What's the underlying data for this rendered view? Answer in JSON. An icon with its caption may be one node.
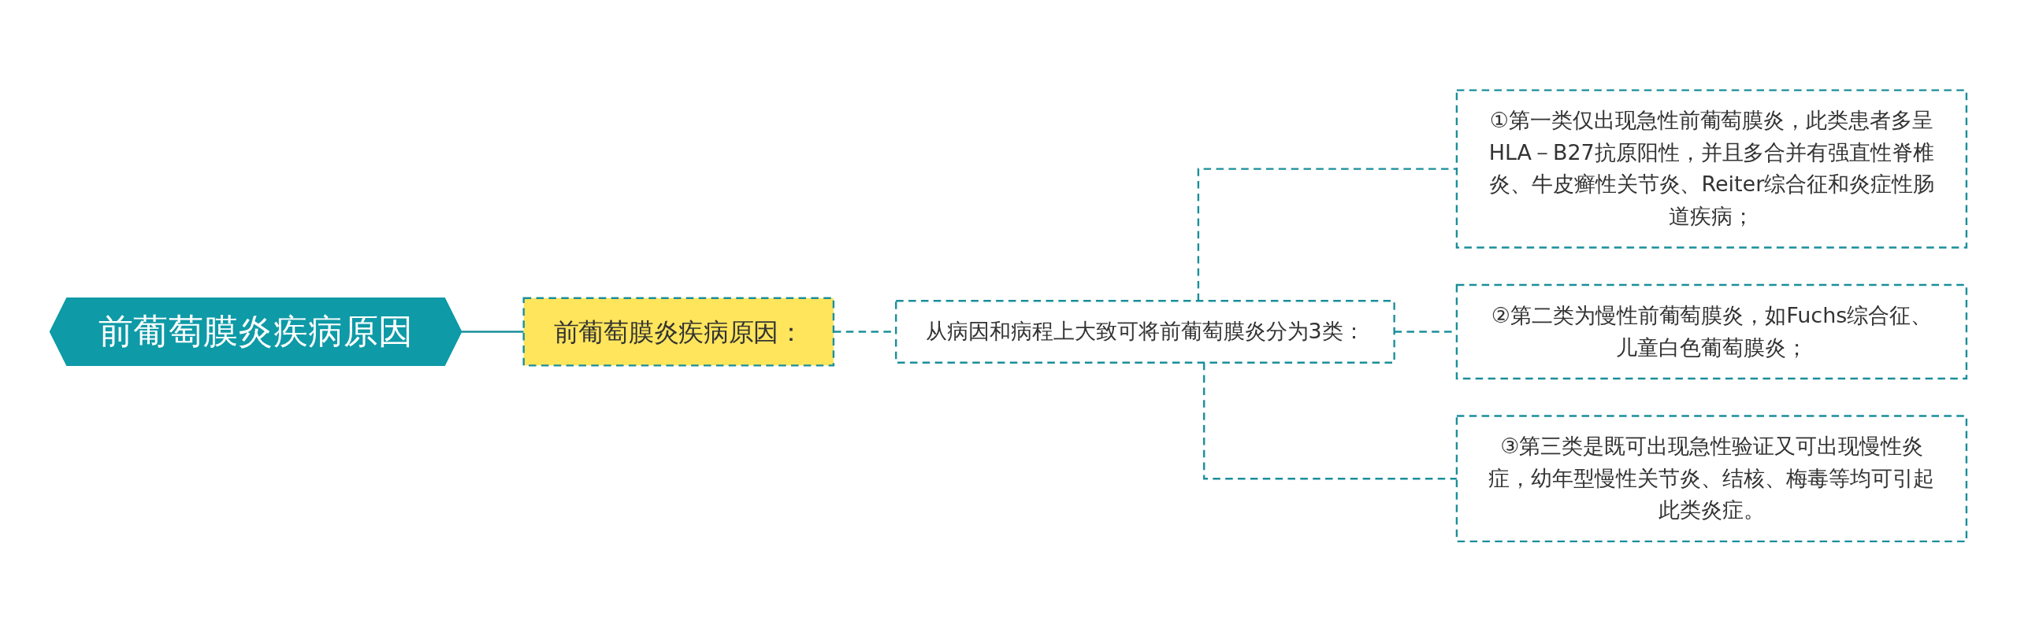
{
  "diagram": {
    "nodes": [
      {
        "text": [
          "前葡萄膜炎疾病原因"
        ]
      },
      {
        "text": [
          "前葡萄膜炎疾病原因："
        ]
      },
      {
        "text": [
          "从病因和病程上大致可将前葡萄膜炎分为3类："
        ]
      },
      {
        "text": [
          "①第一类仅出现急性前葡萄膜炎，此类患者多呈HLA－B27抗原阳性，并且多合并有强直性脊椎炎、牛皮癣性关节炎、Reiter综合征和炎症性肠道疾病；"
        ]
      },
      {
        "text": [
          "②第二类为慢性前葡萄膜炎，如Fuchs综合征、儿童白色葡萄膜炎；"
        ]
      },
      {
        "text": [
          "③第三类是既可出现急性验证又可出现慢性炎症，幼年型慢性关节炎、结核、梅毒等均可引起此类炎症。"
        ]
      }
    ],
    "edges": [
      {
        "from": 0,
        "to": 1,
        "arrow": "none"
      },
      {
        "from": 1,
        "to": 2,
        "arrow": "none",
        "style": "dashed"
      },
      {
        "from": 2,
        "to": 3,
        "arrow": "none",
        "style": "dashed"
      },
      {
        "from": 2,
        "to": 4,
        "arrow": "none",
        "style": "dashed"
      },
      {
        "from": 2,
        "to": 5,
        "arrow": "none",
        "style": "dashed"
      }
    ]
  }
}
